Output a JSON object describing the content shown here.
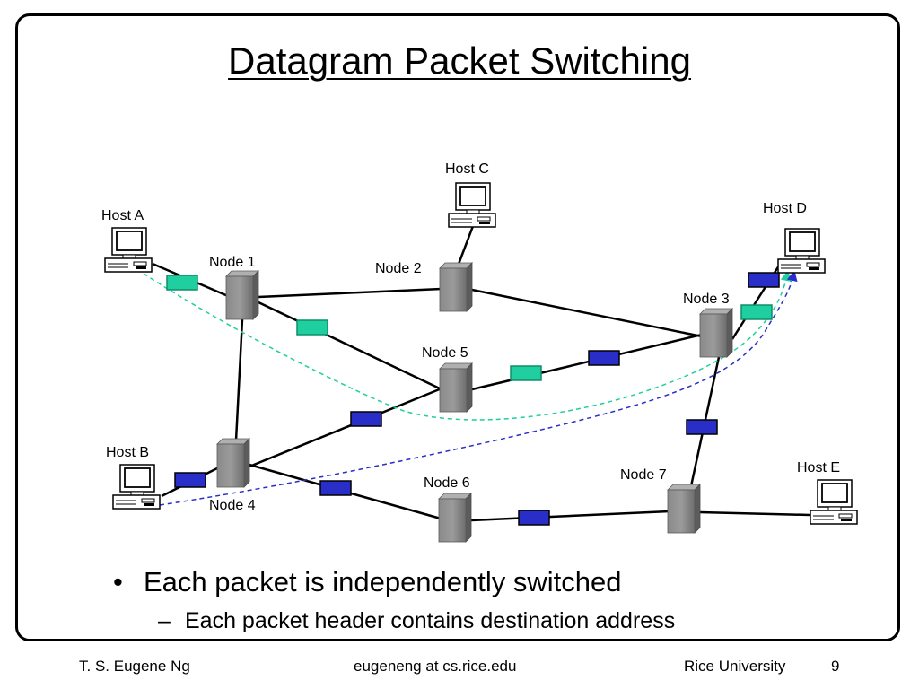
{
  "slide": {
    "title": "Datagram Packet Switching",
    "bullets": [
      {
        "text": "Each packet is independently switched",
        "marker": "•"
      },
      {
        "text": "Each packet header contains destination address",
        "marker": "–"
      }
    ]
  },
  "footer": {
    "author": "T. S. Eugene Ng",
    "email": "eugeneng at cs.rice.edu",
    "institution": "Rice University",
    "page_number": "9"
  },
  "diagram": {
    "hosts": [
      {
        "id": "hostA",
        "label": "Host A"
      },
      {
        "id": "hostB",
        "label": "Host B"
      },
      {
        "id": "hostC",
        "label": "Host C"
      },
      {
        "id": "hostD",
        "label": "Host D"
      },
      {
        "id": "hostE",
        "label": "Host E"
      }
    ],
    "nodes": [
      {
        "id": "n1",
        "label": "Node 1"
      },
      {
        "id": "n2",
        "label": "Node 2"
      },
      {
        "id": "n3",
        "label": "Node 3"
      },
      {
        "id": "n4",
        "label": "Node 4"
      },
      {
        "id": "n5",
        "label": "Node 5"
      },
      {
        "id": "n6",
        "label": "Node 6"
      },
      {
        "id": "n7",
        "label": "Node 7"
      }
    ],
    "links": [
      [
        "hostA",
        "n1"
      ],
      [
        "hostC",
        "n2"
      ],
      [
        "n1",
        "n2"
      ],
      [
        "n1",
        "n5"
      ],
      [
        "n1",
        "n4"
      ],
      [
        "n2",
        "n3"
      ],
      [
        "n5",
        "n3"
      ],
      [
        "n4",
        "n5"
      ],
      [
        "hostB",
        "n4"
      ],
      [
        "n4",
        "n6"
      ],
      [
        "n6",
        "n7"
      ],
      [
        "n3",
        "n7"
      ],
      [
        "n7",
        "hostE"
      ],
      [
        "n3",
        "hostD"
      ]
    ],
    "packet_colors": {
      "from_host_a": "#1fcf9f",
      "from_host_b": "#2a2ec8"
    },
    "routes": [
      {
        "from": "Host A",
        "to": "Host D",
        "color": "#1fcf9f"
      },
      {
        "from": "Host B",
        "to": "Host D",
        "color": "#2a2ec8"
      }
    ]
  }
}
